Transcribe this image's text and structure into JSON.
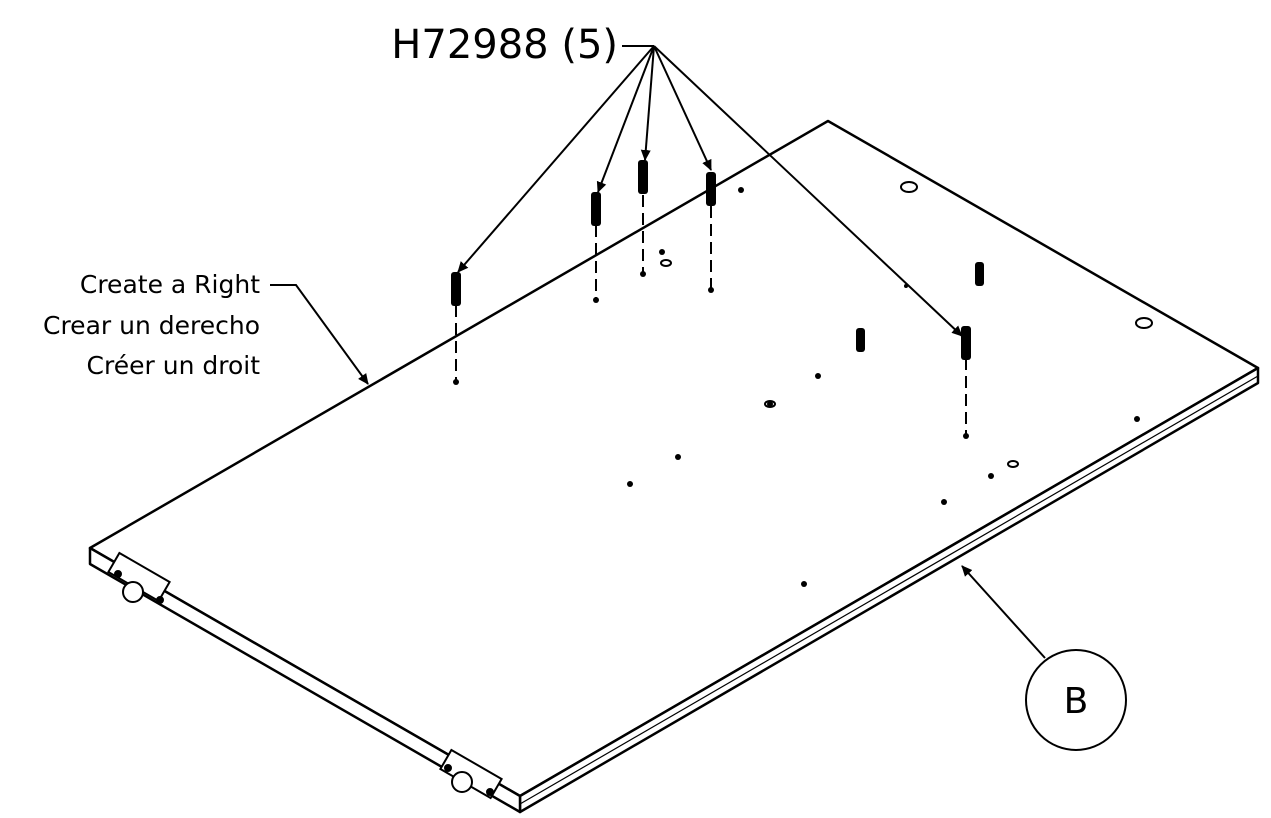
{
  "diagram": {
    "part_callout": "H72988 (5)",
    "instruction_lines": [
      "Create a Right",
      "Crear un derecho",
      "Créer un droit"
    ],
    "reference_letter": "B"
  }
}
